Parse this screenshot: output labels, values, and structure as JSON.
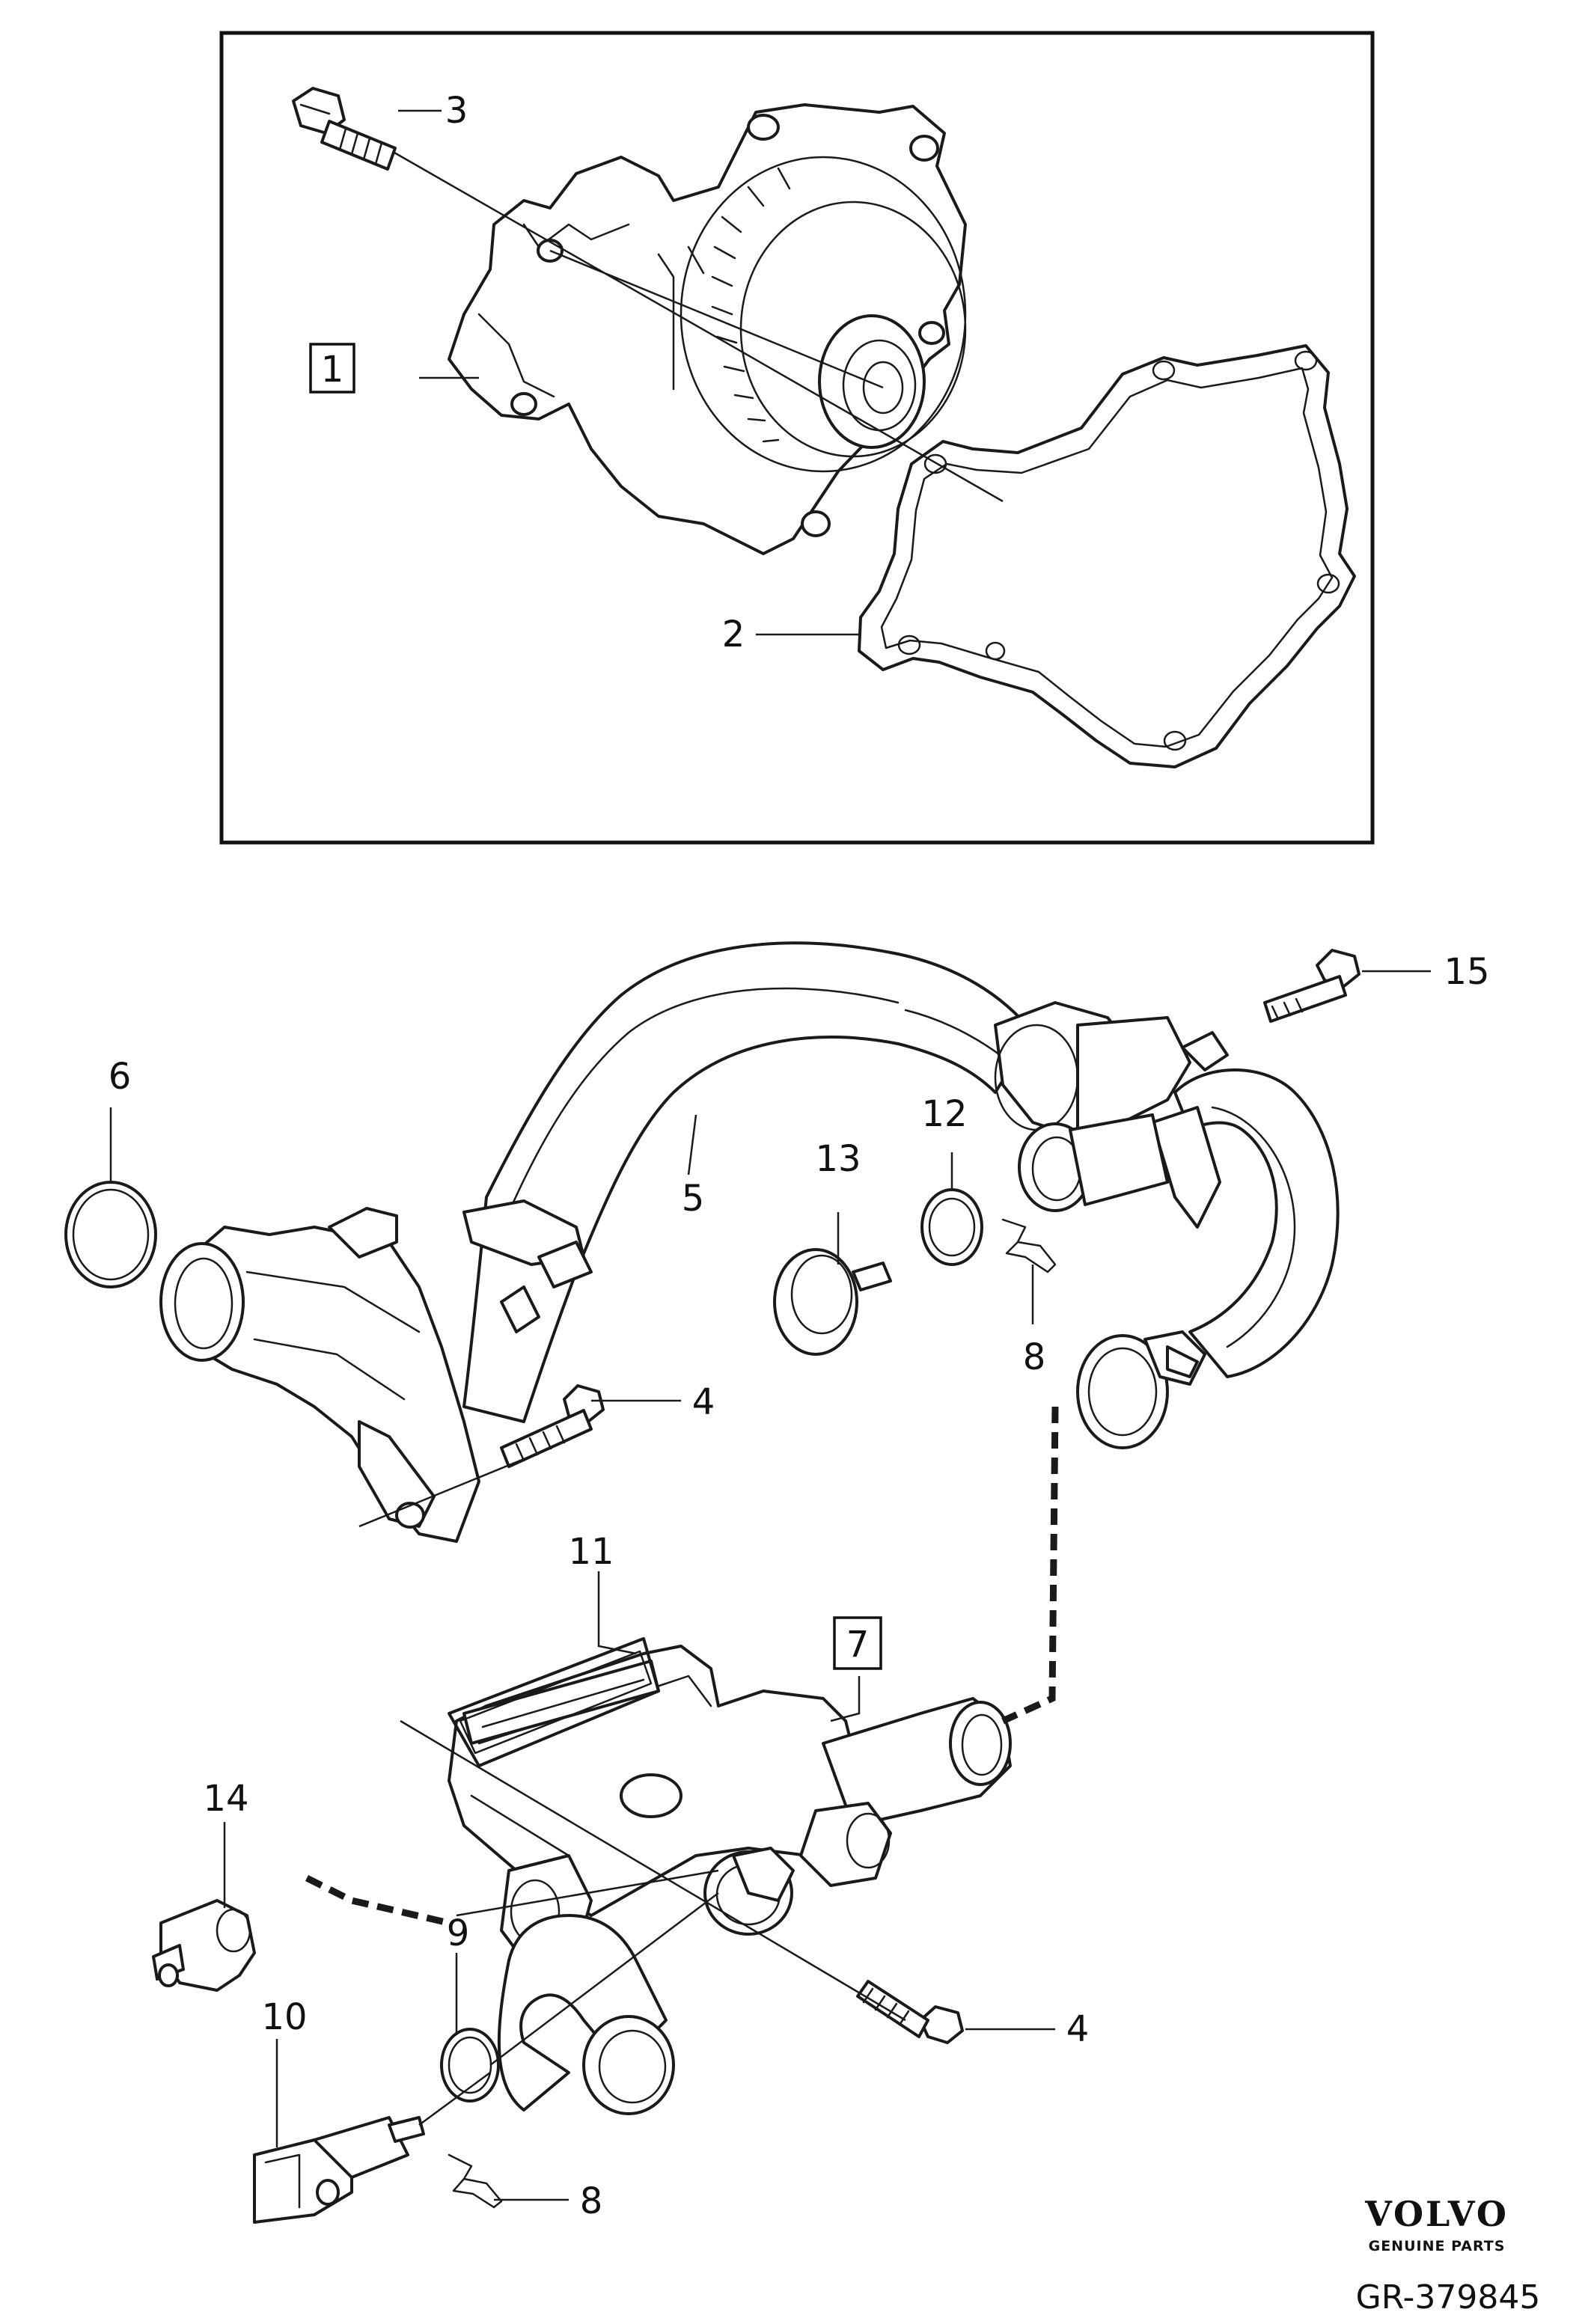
{
  "callouts": {
    "c1": "1",
    "c2": "2",
    "c3": "3",
    "c4a": "4",
    "c4b": "4",
    "c5": "5",
    "c6": "6",
    "c7": "7",
    "c8a": "8",
    "c8b": "8",
    "c9": "9",
    "c10": "10",
    "c11": "11",
    "c12": "12",
    "c13": "13",
    "c14": "14",
    "c15": "15"
  },
  "brand": {
    "name": "VOLVO",
    "subtitle": "GENUINE PARTS"
  },
  "diagram_id": "GR-379845"
}
